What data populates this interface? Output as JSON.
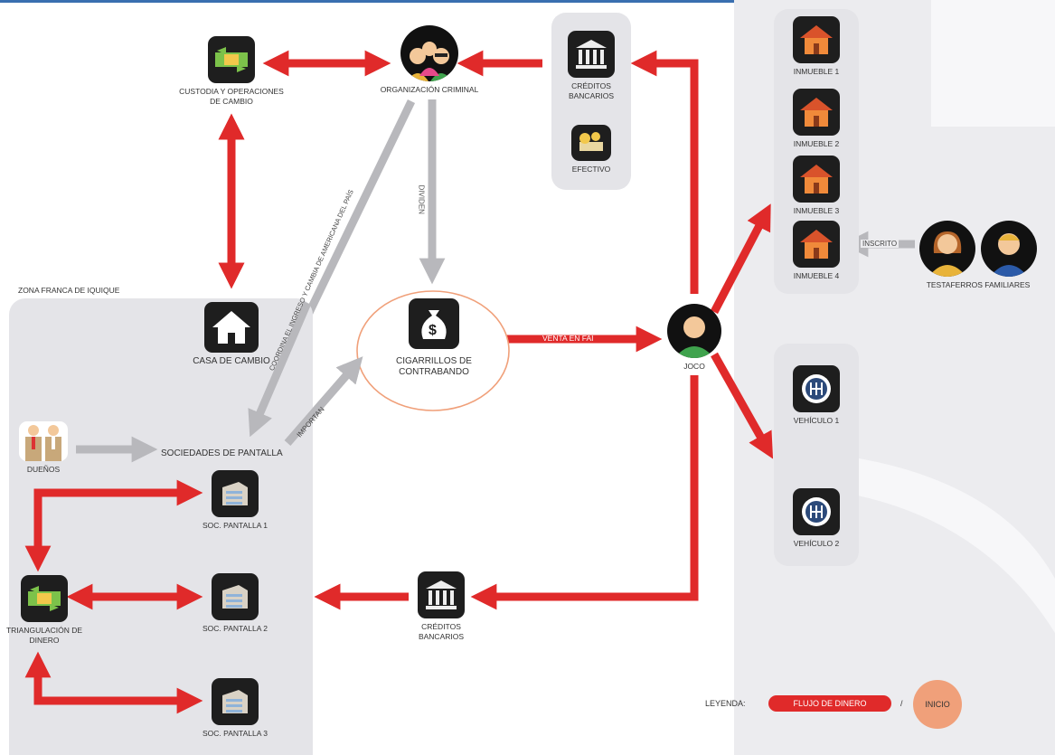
{
  "colors": {
    "money_flow": "#e02a2a",
    "other_flow": "#b8b8bc",
    "panel": "#e4e4e8",
    "icon_bg": "#1e1e1e",
    "start": "#f0a07a"
  },
  "zone_title": "ZONA FRANCA DE IQUIQUE",
  "nodes": {
    "custodia": {
      "label1": "CUSTODIA Y OPERACIONES",
      "label2": "DE CAMBIO",
      "icon": "money-exchange-icon"
    },
    "organizacion": {
      "label": "ORGANIZACIÓN CRIMINAL",
      "icon": "group-people-icon"
    },
    "creditos_top": {
      "label1": "CRÉDITOS",
      "label2": "BANCARIOS",
      "icon": "bank-icon"
    },
    "efectivo": {
      "label": "EFECTIVO",
      "icon": "cash-icon"
    },
    "casa_cambio": {
      "label": "CASA DE CAMBIO",
      "icon": "house-icon"
    },
    "cigarrillos": {
      "label1": "CIGARRILLOS DE",
      "label2": "CONTRABANDO",
      "icon": "money-bag-icon"
    },
    "joco": {
      "label": "JOCO",
      "icon": "person-icon"
    },
    "duenos": {
      "label": "DUEÑOS",
      "icon": "businessmen-icon"
    },
    "sociedades": {
      "label": "SOCIEDADES DE PANTALLA"
    },
    "soc1": {
      "label": "SOC. PANTALLA 1",
      "icon": "building-icon"
    },
    "soc2": {
      "label": "SOC. PANTALLA 2",
      "icon": "building-icon"
    },
    "soc3": {
      "label": "SOC. PANTALLA 3",
      "icon": "building-icon"
    },
    "triangulacion": {
      "label1": "TRIANGULACIÓN DE",
      "label2": "DINERO",
      "icon": "money-exchange-icon"
    },
    "creditos_bottom": {
      "label1": "CRÉDITOS",
      "label2": "BANCARIOS",
      "icon": "bank-icon"
    },
    "inmueble1": {
      "label": "INMUEBLE 1",
      "icon": "house-icon"
    },
    "inmueble2": {
      "label": "INMUEBLE 2",
      "icon": "house-icon"
    },
    "inmueble3": {
      "label": "INMUEBLE 3",
      "icon": "house-icon"
    },
    "inmueble4": {
      "label": "INMUEBLE 4",
      "icon": "house-icon"
    },
    "vehiculo1": {
      "label": "VEHÍCULO 1",
      "icon": "gearshift-icon"
    },
    "vehiculo2": {
      "label": "VEHÍCULO 2",
      "icon": "gearshift-icon"
    },
    "testaferros": {
      "label": "TESTAFERROS FAMILIARES",
      "icon": "two-people-icon"
    }
  },
  "edges": {
    "dividen": "DIVIDEN",
    "coordina": "COORDINA EL INGRESO Y CAMBIA DE AMERICANA DEL PAÍS",
    "importan": "IMPORTAN",
    "venta": "VENTA EN FAI",
    "inscrito": "INSCRITO"
  },
  "legend": {
    "title": "LEYENDA:",
    "money": "FLUJO DE DINERO",
    "sep": "/",
    "start": "INICIO"
  }
}
